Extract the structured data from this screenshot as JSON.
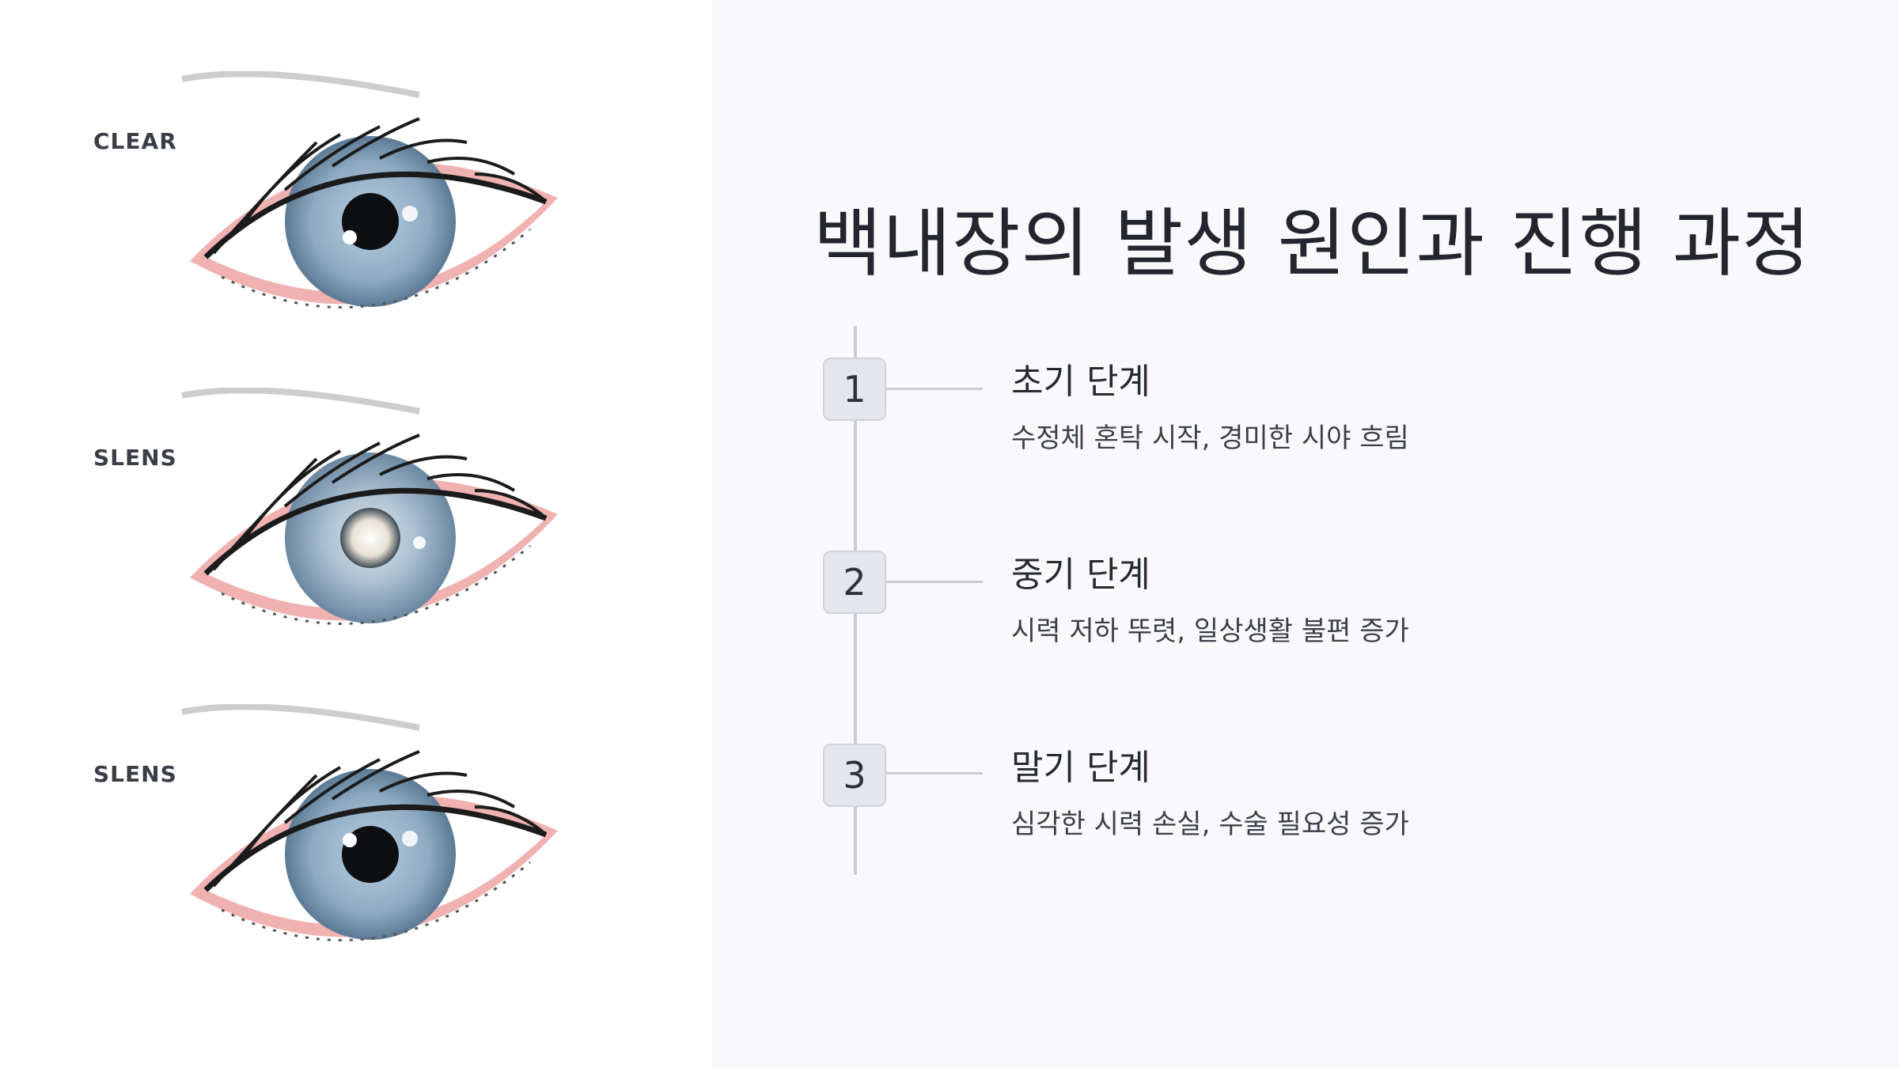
{
  "title": "백내장의 발생 원인과 진행 과정",
  "eyes": [
    {
      "label": "CLEAR",
      "lens": "clear"
    },
    {
      "label": "SLENS",
      "lens": "cloudy"
    },
    {
      "label": "SLENS",
      "lens": "clear"
    }
  ],
  "steps": [
    {
      "number": "1",
      "title": "초기 단계",
      "description": "수정체 혼탁 시작, 경미한 시야 흐림"
    },
    {
      "number": "2",
      "title": "중기 단계",
      "description": "시력 저하 뚜렷, 일상생활 불편 증가"
    },
    {
      "number": "3",
      "title": "말기 단계",
      "description": "심각한 시력 손실, 수술 필요성 증가"
    }
  ],
  "colors": {
    "iris": "#7f9fb8",
    "eyelid": "#e9a3a3",
    "background": "#f9f9fb"
  }
}
